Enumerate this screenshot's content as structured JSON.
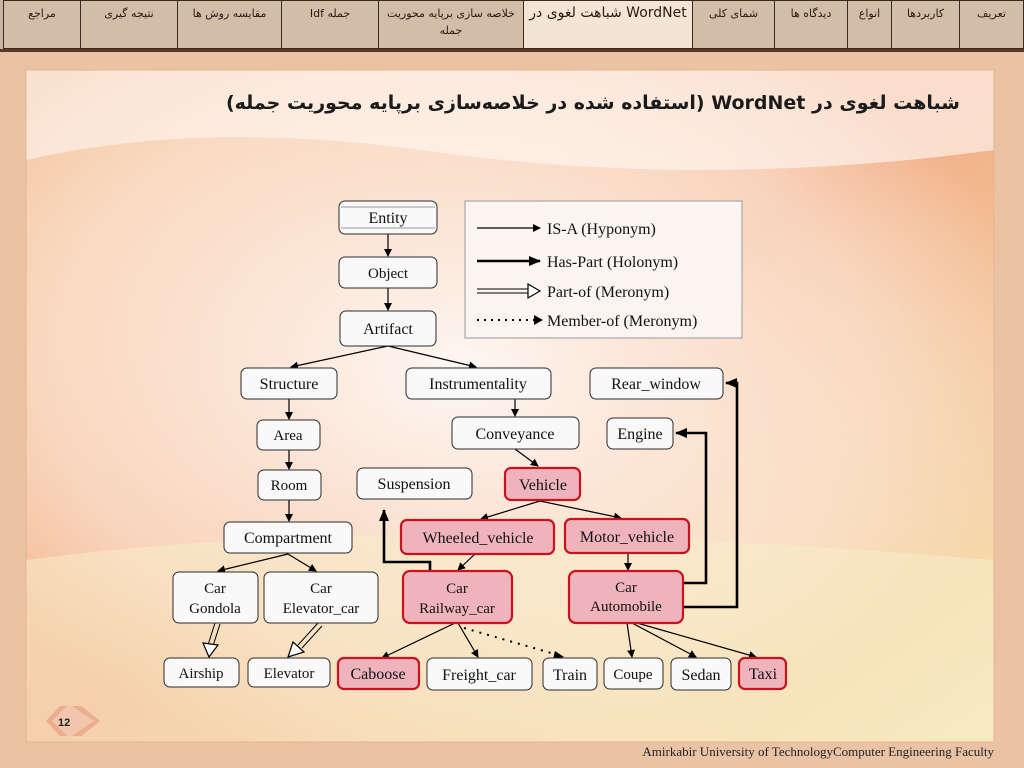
{
  "nav": {
    "tabs": [
      {
        "label": "تعریف"
      },
      {
        "label": "کاربردها"
      },
      {
        "label": "انواع"
      },
      {
        "label": "دیدگاه ها"
      },
      {
        "label": "شمای کلی"
      },
      {
        "label": "شباهت لغوی در WordNet",
        "active": true
      },
      {
        "label": "خلاصه سازی برپایه محوریت جمله"
      },
      {
        "label": "Idf جمله"
      },
      {
        "label": "مقایسه روش ها"
      },
      {
        "label": "نتیجه گیری"
      },
      {
        "label": "مراجع"
      }
    ]
  },
  "slide": {
    "title": "شباهت لغوی در WordNet (استفاده شده در خلاصه‌سازی برپایه محوریت جمله)",
    "page_number": "12",
    "footer": "Amirkabir University of TechnologyComputer Engineering Faculty"
  },
  "legend": {
    "is_a": "IS-A (Hyponym)",
    "has_part": "Has-Part (Holonym)",
    "part_of": "Part-of (Meronym)",
    "member_of": "Member-of (Meronym)"
  },
  "nodes": {
    "entity": {
      "label": "Entity"
    },
    "object": {
      "label": "Object"
    },
    "artifact": {
      "label": "Artifact"
    },
    "structure": {
      "label": "Structure"
    },
    "instrumentality": {
      "label": "Instrumentality"
    },
    "rear_window": {
      "label": "Rear_window"
    },
    "area": {
      "label": "Area"
    },
    "conveyance": {
      "label": "Conveyance"
    },
    "engine": {
      "label": "Engine"
    },
    "room": {
      "label": "Room"
    },
    "suspension": {
      "label": "Suspension"
    },
    "vehicle": {
      "label": "Vehicle",
      "highlight": true
    },
    "compartment": {
      "label": "Compartment"
    },
    "wheeled_vehicle": {
      "label": "Wheeled_vehicle",
      "highlight": true
    },
    "motor_vehicle": {
      "label": "Motor_vehicle",
      "highlight": true
    },
    "car_gondola": {
      "line1": "Car",
      "line2": "Gondola"
    },
    "car_elevator": {
      "line1": "Car",
      "line2": "Elevator_car"
    },
    "car_railway": {
      "line1": "Car",
      "line2": "Railway_car",
      "highlight": true
    },
    "car_automobile": {
      "line1": "Car",
      "line2": "Automobile",
      "highlight": true
    },
    "airship": {
      "label": "Airship"
    },
    "elevator": {
      "label": "Elevator"
    },
    "caboose": {
      "label": "Caboose",
      "highlight": true
    },
    "freight_car": {
      "label": "Freight_car"
    },
    "train": {
      "label": "Train"
    },
    "coupe": {
      "label": "Coupe"
    },
    "sedan": {
      "label": "Sedan"
    },
    "taxi": {
      "label": "Taxi",
      "highlight": true
    }
  },
  "colors": {
    "highlight_fill": "#efb3bb",
    "highlight_border": "#c8121f",
    "nav_background": "#d2bda9",
    "page_background": "#f4e6d8"
  }
}
